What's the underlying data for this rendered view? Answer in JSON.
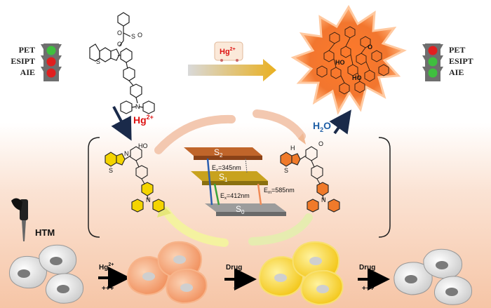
{
  "traffic_left": {
    "labels": [
      "PET",
      "ESIPT",
      "AIE"
    ],
    "lights": [
      "#3fbf3f",
      "#e01f1f",
      "#e01f1f"
    ]
  },
  "traffic_right": {
    "labels": [
      "PET",
      "ESIPT",
      "AIE"
    ],
    "lights": [
      "#e01f1f",
      "#3fbf3f",
      "#3fbf3f"
    ]
  },
  "reagent_top": {
    "label": "Hg",
    "sup": "2+"
  },
  "reagent_left": {
    "label": "Hg",
    "sup": "2+"
  },
  "reagent_right": {
    "label": "H",
    "sub": "2",
    "tail": "O"
  },
  "energy_levels": {
    "s2": "S",
    "s2_sub": "2",
    "s1": "S",
    "s1_sub": "1",
    "s0": "S",
    "s0_sub": "0",
    "ex1_a": "E",
    "ex1_b": "x",
    "ex1_c": "=345nm",
    "ex2_a": "E",
    "ex2_b": "x",
    "ex2_c": "=412nm",
    "em_a": "E",
    "em_b": "m",
    "em_c": "=585nm"
  },
  "htm_label": "HTM",
  "cell_steps": [
    {
      "top": "Hg",
      "sup": "2+",
      "bottom": "+++"
    },
    {
      "top": "Drug",
      "bottom": "+"
    },
    {
      "top": "Drug",
      "bottom": "+++"
    }
  ],
  "atoms": {
    "o": "O",
    "s": "S",
    "oh": "HO",
    "nh": "H",
    "n": "N",
    "o2": "O"
  },
  "colors": {
    "green": "#3fbf3f",
    "red": "#e01f1f",
    "s2": "#c0652a",
    "s1": "#c8a21e",
    "s0": "#9c9c9c"
  }
}
